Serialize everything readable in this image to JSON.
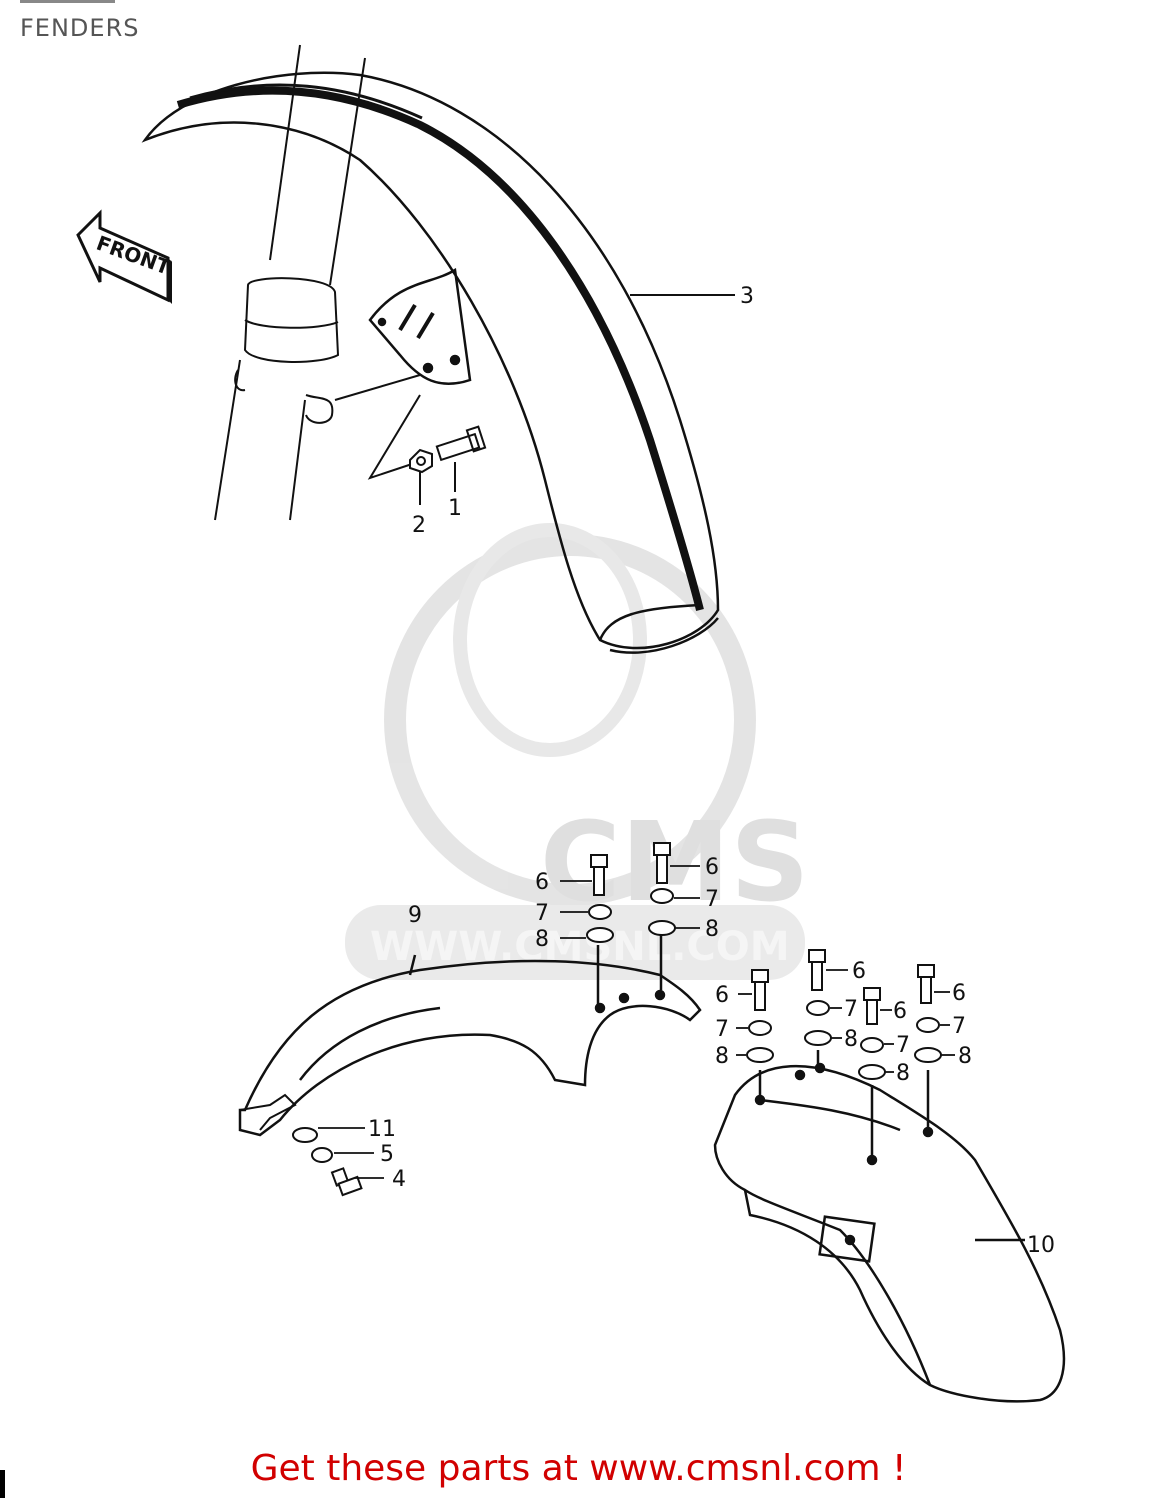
{
  "title": "FENDERS",
  "footer": "Get these parts at www.cmsnl.com !",
  "watermark": {
    "brand": "CMS",
    "url": "WWW.CMSNL.COM"
  },
  "arrow_label": "FRONT",
  "callouts": {
    "front_bolt": "1",
    "front_nut": "2",
    "front_fender": "3",
    "rear_bolt": "4",
    "rear_washer_5": "5",
    "bolt_6": "6",
    "washer_7": "7",
    "washer_8": "8",
    "rear_fender_9": "9",
    "rear_fender_10": "10",
    "washer_11": "11"
  },
  "colors": {
    "footer": "#d10000",
    "line": "#111111",
    "watermark": "#dcdcdc"
  }
}
